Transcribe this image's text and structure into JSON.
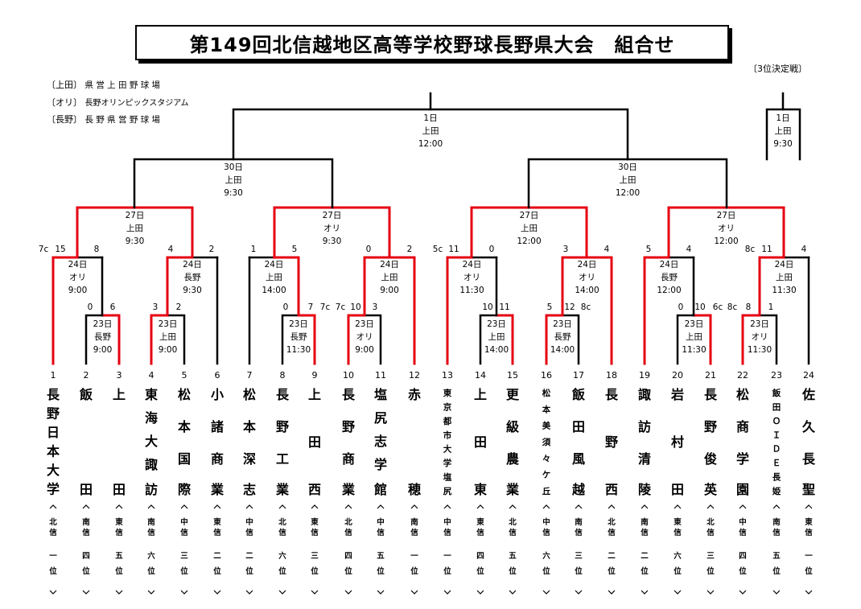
{
  "title": "第149回北信越地区高等学校野球長野県大会　組合せ",
  "third_place_label": "〔3位決定戦〕",
  "venues": [
    {
      "key": "〔上田〕",
      "name": "県 営 上 田 野 球 場"
    },
    {
      "key": "〔オリ〕",
      "name": "長野オリンピックスタジアム"
    },
    {
      "key": "〔長野〕",
      "name": "長 野 県 営 野 球 場"
    }
  ],
  "teams": [
    {
      "no": "1",
      "name": "長野日本大学",
      "region": "北信",
      "rank": "一位"
    },
    {
      "no": "2",
      "name": "飯田",
      "region": "南信",
      "rank": "四位"
    },
    {
      "no": "3",
      "name": "上田",
      "region": "東信",
      "rank": "五位"
    },
    {
      "no": "4",
      "name": "東海大諏訪",
      "region": "南信",
      "rank": "六位"
    },
    {
      "no": "5",
      "name": "松本国際",
      "region": "中信",
      "rank": "三位"
    },
    {
      "no": "6",
      "name": "小諸商業",
      "region": "東信",
      "rank": "二位"
    },
    {
      "no": "7",
      "name": "松本深志",
      "region": "中信",
      "rank": "二位"
    },
    {
      "no": "8",
      "name": "長野工業",
      "region": "北信",
      "rank": "六位"
    },
    {
      "no": "9",
      "name": "上田西",
      "region": "東信",
      "rank": "三位"
    },
    {
      "no": "10",
      "name": "長野商業",
      "region": "北信",
      "rank": "四位"
    },
    {
      "no": "11",
      "name": "塩尻志学館",
      "region": "中信",
      "rank": "五位"
    },
    {
      "no": "12",
      "name": "赤穂",
      "region": "南信",
      "rank": "一位"
    },
    {
      "no": "13",
      "name": "東京都市大学塩尻",
      "region": "中信",
      "rank": "一位"
    },
    {
      "no": "14",
      "name": "上田東",
      "region": "東信",
      "rank": "四位"
    },
    {
      "no": "15",
      "name": "更級農業",
      "region": "北信",
      "rank": "五位"
    },
    {
      "no": "16",
      "name": "松本美須々ケ丘",
      "region": "中信",
      "rank": "六位"
    },
    {
      "no": "17",
      "name": "飯田風越",
      "region": "南信",
      "rank": "三位"
    },
    {
      "no": "18",
      "name": "長野西",
      "region": "北信",
      "rank": "二位"
    },
    {
      "no": "19",
      "name": "諏訪清陵",
      "region": "南信",
      "rank": "二位"
    },
    {
      "no": "20",
      "name": "岩村田",
      "region": "東信",
      "rank": "六位"
    },
    {
      "no": "21",
      "name": "長野俊英",
      "region": "北信",
      "rank": "三位"
    },
    {
      "no": "22",
      "name": "松商学園",
      "region": "中信",
      "rank": "四位"
    },
    {
      "no": "23",
      "name": "飯田ＯＩＤＥ長姫",
      "region": "南信",
      "rank": "五位"
    },
    {
      "no": "24",
      "name": "佐久長聖",
      "region": "東信",
      "rank": "一位"
    }
  ],
  "matches": [
    {
      "id": "m1",
      "date": "23日",
      "venue": "長野",
      "time": "9:00"
    },
    {
      "id": "m2",
      "date": "23日",
      "venue": "上田",
      "time": "9:00"
    },
    {
      "id": "m3",
      "date": "23日",
      "venue": "長野",
      "time": "11:30"
    },
    {
      "id": "m4",
      "date": "23日",
      "venue": "オリ",
      "time": "9:00"
    },
    {
      "id": "m5",
      "date": "23日",
      "venue": "上田",
      "time": "14:00"
    },
    {
      "id": "m6",
      "date": "23日",
      "venue": "長野",
      "time": "14:00"
    },
    {
      "id": "m7",
      "date": "23日",
      "venue": "上田",
      "time": "11:30"
    },
    {
      "id": "m8",
      "date": "23日",
      "venue": "オリ",
      "time": "11:30"
    },
    {
      "id": "r1",
      "date": "24日",
      "venue": "オリ",
      "time": "9:00"
    },
    {
      "id": "r2",
      "date": "24日",
      "venue": "長野",
      "time": "9:30"
    },
    {
      "id": "r3",
      "date": "24日",
      "venue": "上田",
      "time": "14:00"
    },
    {
      "id": "r4",
      "date": "24日",
      "venue": "上田",
      "time": "9:00"
    },
    {
      "id": "r5",
      "date": "24日",
      "venue": "オリ",
      "time": "11:30"
    },
    {
      "id": "r6",
      "date": "24日",
      "venue": "オリ",
      "time": "14:00"
    },
    {
      "id": "r7",
      "date": "24日",
      "venue": "長野",
      "time": "12:00"
    },
    {
      "id": "r8",
      "date": "24日",
      "venue": "上田",
      "time": "11:30"
    },
    {
      "id": "q1",
      "date": "27日",
      "venue": "上田",
      "time": "9:30"
    },
    {
      "id": "q2",
      "date": "27日",
      "venue": "オリ",
      "time": "9:30"
    },
    {
      "id": "q3",
      "date": "27日",
      "venue": "上田",
      "time": "12:00"
    },
    {
      "id": "q4",
      "date": "27日",
      "venue": "オリ",
      "time": "12:00"
    },
    {
      "id": "s1",
      "date": "30日",
      "venue": "上田",
      "time": "9:30"
    },
    {
      "id": "s2",
      "date": "30日",
      "venue": "上田",
      "time": "12:00"
    },
    {
      "id": "f",
      "date": "1日",
      "venue": "上田",
      "time": "12:00"
    },
    {
      "id": "t",
      "date": "1日",
      "venue": "上田",
      "time": "9:30"
    }
  ],
  "scores": [
    {
      "id": "sc1",
      "text": "0"
    },
    {
      "id": "sc2",
      "text": "6"
    },
    {
      "id": "sc3",
      "text": "3"
    },
    {
      "id": "sc4",
      "text": "2"
    },
    {
      "id": "sc5",
      "text": "0"
    },
    {
      "id": "sc6",
      "text": "7"
    },
    {
      "id": "sc7",
      "text": "7c"
    },
    {
      "id": "sc8",
      "text": "7c"
    },
    {
      "id": "sc9",
      "text": "10"
    },
    {
      "id": "sc10",
      "text": "3"
    },
    {
      "id": "sc11",
      "text": "10"
    },
    {
      "id": "sc12",
      "text": "11"
    },
    {
      "id": "sc13",
      "text": "5"
    },
    {
      "id": "sc14",
      "text": "12"
    },
    {
      "id": "sc15",
      "text": "8c"
    },
    {
      "id": "sc16",
      "text": "0"
    },
    {
      "id": "sc17",
      "text": "10"
    },
    {
      "id": "sc18",
      "text": "6c"
    },
    {
      "id": "sc19",
      "text": "8c"
    },
    {
      "id": "sc20",
      "text": "8"
    },
    {
      "id": "sc21",
      "text": "1"
    },
    {
      "id": "sc22",
      "text": "7c"
    },
    {
      "id": "sc23",
      "text": "15"
    },
    {
      "id": "sc24",
      "text": "8"
    },
    {
      "id": "sc25",
      "text": "4"
    },
    {
      "id": "sc26",
      "text": "2"
    },
    {
      "id": "sc27",
      "text": "1"
    },
    {
      "id": "sc28",
      "text": "5"
    },
    {
      "id": "sc29",
      "text": "0"
    },
    {
      "id": "sc30",
      "text": "2"
    },
    {
      "id": "sc31",
      "text": "5c"
    },
    {
      "id": "sc32",
      "text": "11"
    },
    {
      "id": "sc33",
      "text": "0"
    },
    {
      "id": "sc34",
      "text": "3"
    },
    {
      "id": "sc35",
      "text": "4"
    },
    {
      "id": "sc36",
      "text": "5"
    },
    {
      "id": "sc37",
      "text": "4"
    },
    {
      "id": "sc38",
      "text": "8c"
    },
    {
      "id": "sc39",
      "text": "11"
    },
    {
      "id": "sc40",
      "text": "4"
    }
  ],
  "colors": {
    "win": "#e60012",
    "line": "#000000"
  }
}
